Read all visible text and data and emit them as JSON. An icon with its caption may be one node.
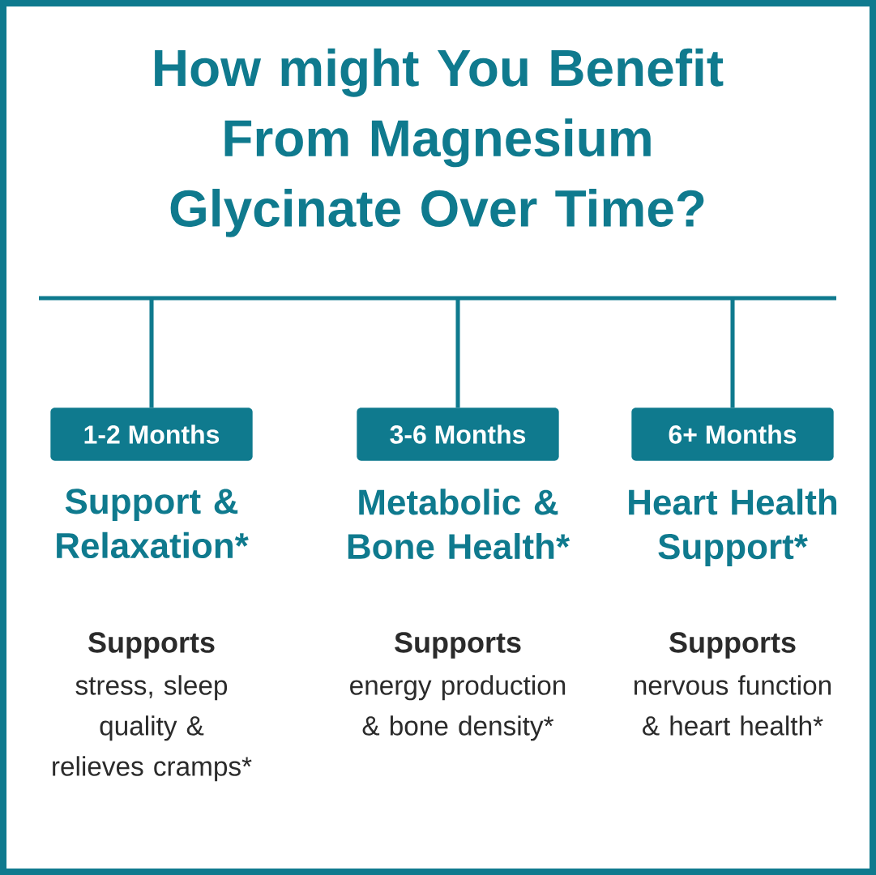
{
  "diagram": {
    "title": "How might You Benefit From Magnesium Glycinate Over Time?",
    "nodes": [
      {
        "text": [],
        "shape": "bar"
      },
      {
        "text": [
          "1-2 Months"
        ],
        "beside": [
          "Support & Relaxation*",
          "Supports",
          "stress, sleep quality & relieves cramps*"
        ]
      },
      {
        "text": [
          "3-6 Months"
        ],
        "beside": [
          "Metabolic & Bone Health*",
          "Supports",
          "energy production & bone density*"
        ]
      },
      {
        "text": [
          "6+ Months"
        ],
        "beside": [
          "Heart Health Support*",
          "Supports",
          "nervous function & heart health*"
        ]
      }
    ],
    "edges": [
      {
        "from": 0,
        "to": 1,
        "arrow": "none"
      },
      {
        "from": 0,
        "to": 2,
        "arrow": "none"
      },
      {
        "from": 0,
        "to": 3,
        "arrow": "none"
      }
    ]
  }
}
